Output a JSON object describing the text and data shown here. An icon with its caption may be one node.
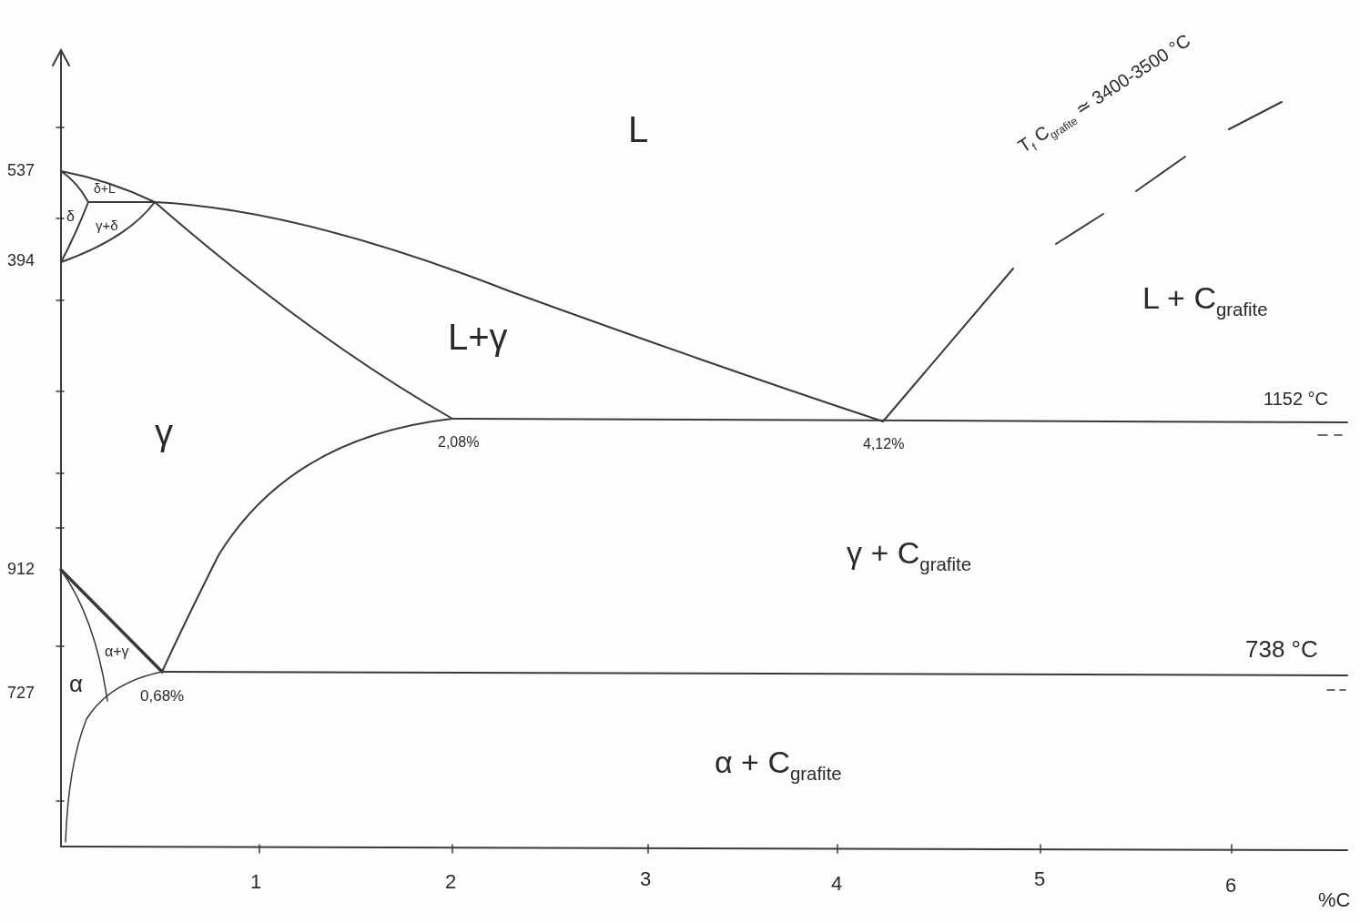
{
  "diagram": {
    "labels": [
      "T$_{f}$ C$_{grafite}$ ≃ 3400-3500 °C",
      "L",
      "537",
      "δ+L",
      "δ",
      "γ+δ",
      "394",
      "L + C$_{grafite}$",
      "L+γ",
      "1152 °C",
      "γ",
      "2,08%",
      "4,12%",
      "γ + C$_{grafite}$",
      "912",
      "α+γ",
      "738 °C",
      "α",
      "727",
      "0,68%",
      "α + C$_{grafite}$",
      "1",
      "2",
      "3",
      "4",
      "5",
      "6",
      "%C"
    ]
  }
}
